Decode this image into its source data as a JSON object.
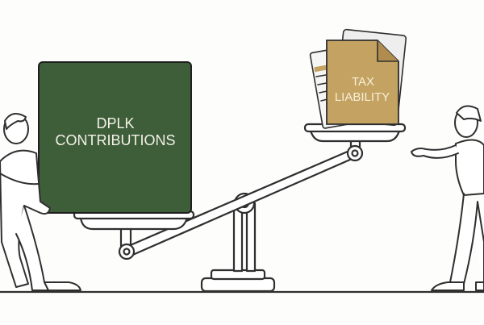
{
  "illustration": {
    "left_block": {
      "line1": "DPLK",
      "line2": "CONTRIBUTIONS",
      "color": "#3e5e3a",
      "text_color": "#f4f1e6"
    },
    "right_document": {
      "line1": "TAX",
      "line2": "LIABILITY",
      "color": "#c4a262",
      "text_color": "#f8efd8"
    }
  }
}
